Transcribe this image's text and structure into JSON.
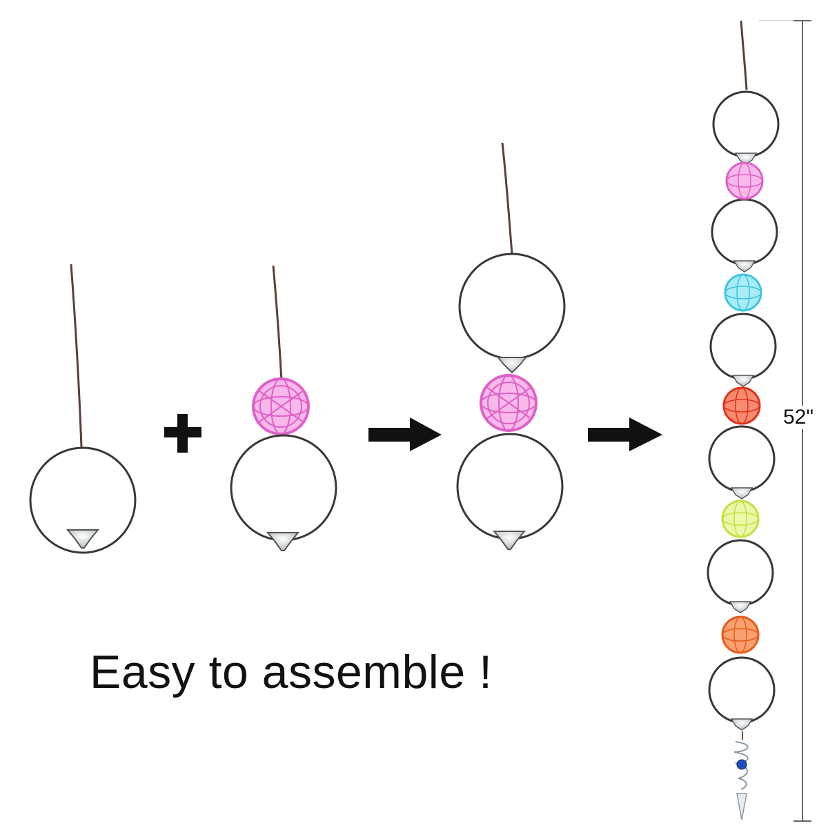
{
  "caption": "Easy to assemble !",
  "measurement": "52\"",
  "steps": [
    {
      "name": "single-ring-feeder",
      "balls": []
    },
    {
      "name": "ring-with-pink-ball",
      "balls": [
        "pink"
      ]
    },
    {
      "name": "two-rings-with-pink-ball",
      "balls": [
        "pink"
      ]
    },
    {
      "name": "full-chain",
      "balls": [
        "pink",
        "blue",
        "red",
        "yellow",
        "orange"
      ]
    }
  ],
  "colors": {
    "wire": "#3a3634",
    "hanger": "#5a4038",
    "pink": "#f07cd8",
    "blue": "#5cd6ec",
    "red": "#f04a2a",
    "yellow": "#d8f060",
    "orange": "#f2672a",
    "spinner_bead": "#1e4fb8"
  },
  "icons": [
    "plus-icon",
    "arrow-right-icon",
    "arrow-right-icon"
  ]
}
